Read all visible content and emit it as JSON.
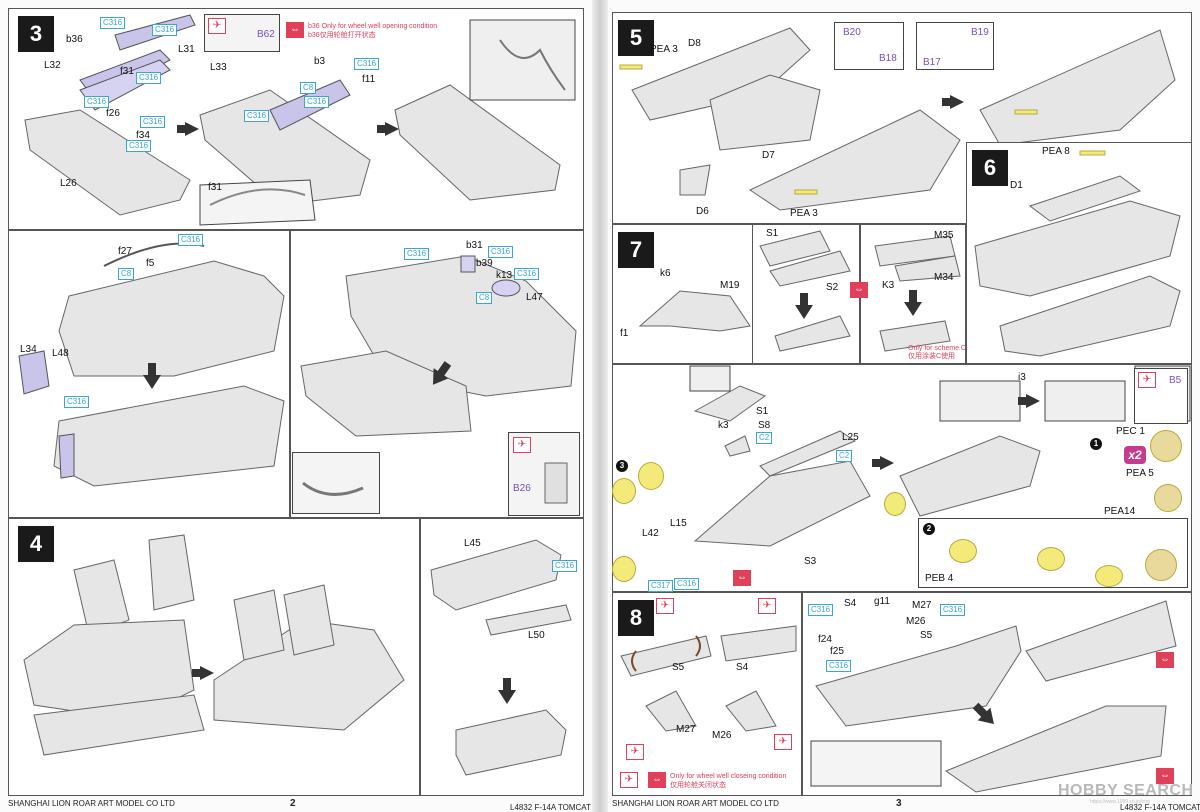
{
  "left_page": {
    "step3": {
      "number": "3",
      "labels": {
        "b36": "b36",
        "l31": "L31",
        "l32": "L32",
        "f31": "f31",
        "f26": "f26",
        "f34": "f34",
        "l26": "L26",
        "l33": "L33",
        "b3": "b3",
        "f11": "f11",
        "f31_inset": "f31"
      },
      "cyan": [
        "C316",
        "C316",
        "C316",
        "C316",
        "C316",
        "C316",
        "C316",
        "C316",
        "C8",
        "C316"
      ],
      "b62": "B62",
      "note_en": "b36 Only for wheel well opening condition",
      "note_cn": "b36仅用轮舱打开状态"
    },
    "step3b": {
      "labels": {
        "f27": "f27",
        "f5": "f5",
        "l34": "L34",
        "l48": "L48"
      },
      "cyan": [
        "C316",
        "C8",
        "C316"
      ]
    },
    "step3c": {
      "labels": {
        "b31": "b31",
        "b39": "b39",
        "k13": "k13",
        "l47": "L47",
        "b26": "B26"
      },
      "cyan": [
        "C316",
        "C316",
        "C316",
        "C8"
      ]
    },
    "step4": {
      "number": "4",
      "labels": {
        "l45": "L45",
        "l50": "L50"
      },
      "cyan": [
        "C316"
      ]
    },
    "footer": {
      "company": "SHANGHAI LION ROAR ART MODEL CO LTD",
      "page": "2",
      "code": "L4832  F-14A  TOMCAT"
    }
  },
  "right_page": {
    "step5": {
      "number": "5",
      "labels": {
        "pea3_top": "PEA 3",
        "d8": "D8",
        "d7": "D7",
        "d6": "D6",
        "pea3_bottom": "PEA 3"
      },
      "purple": {
        "b20": "B20",
        "b18": "B18",
        "b19": "B19",
        "b17": "B17"
      }
    },
    "step6": {
      "number": "6",
      "labels": {
        "pea8": "PEA 8",
        "d1": "D1"
      }
    },
    "step7": {
      "number": "7",
      "labels": {
        "k6": "k6",
        "m19": "M19",
        "f1": "f1",
        "s1": "S1",
        "s2": "S2",
        "m35": "M35",
        "k3": "K3",
        "m34": "M34"
      },
      "scheme_en": "Only for scheme C",
      "scheme_cn": "仅用涂装C使用"
    },
    "step7b": {
      "labels": {
        "i3": "i3",
        "s1": "S1",
        "k3": "k3",
        "s8": "S8",
        "l25": "L25",
        "l42": "L42",
        "l15": "L15",
        "s3": "S3",
        "pec1": "PEC 1",
        "pea5": "PEA 5",
        "pea14": "PEA14",
        "peb4": "PEB 4"
      },
      "cyan": [
        "C2",
        "C2",
        "C317",
        "C316"
      ],
      "purple": {
        "b5": "B5"
      },
      "x2": "x2",
      "circles": [
        "1",
        "2",
        "3"
      ]
    },
    "step8": {
      "number": "8",
      "labels": {
        "s5": "S5",
        "s4": "S4",
        "m27": "M27",
        "m26": "M26",
        "s4b": "S4",
        "g11": "g11",
        "m27b": "M27",
        "m26b": "M26",
        "s5b": "S5",
        "f24": "f24",
        "f25": "f25"
      },
      "cyan": [
        "C316",
        "C316",
        "C316"
      ],
      "note_en": "Only for wheel well closeing condition",
      "note_cn": "仅用轮舱关闭状态"
    },
    "footer": {
      "company": "SHANGHAI LION ROAR ART MODEL CO LTD",
      "page": "3",
      "code": "L4832  F-14A  TOMCAT"
    },
    "watermark": {
      "name": "HOBBY SEARCH",
      "sub": "https://www.1999.co.jp/eng"
    }
  }
}
